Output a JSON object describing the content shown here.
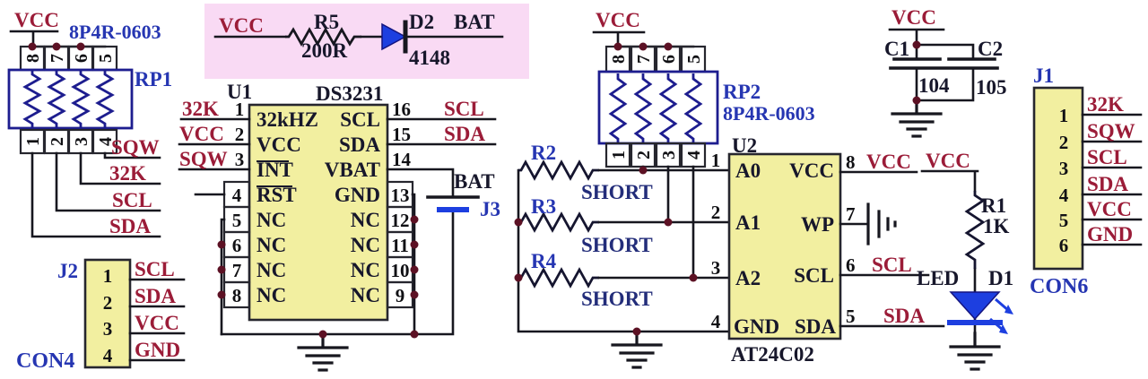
{
  "colors": {
    "net_text": "#9b1c38",
    "ref_blue": "#2636b2",
    "dark_label": "#17172b",
    "wire": "#17171f",
    "component_blue": "#1d1d8f",
    "ic_fill": "#f2efa0",
    "pink_highlight": "#f9daf4",
    "diode_blue": "#1d3fe0",
    "junction_dot": "#5c1124"
  },
  "rp1": {
    "vcc": "VCC",
    "part": "8P4R-0603",
    "ref": "RP1",
    "pins_top": [
      "8",
      "7",
      "6",
      "5"
    ],
    "pins_bottom": [
      "1",
      "2",
      "3",
      "4"
    ],
    "nets": [
      "SQW",
      "32K",
      "SCL",
      "SDA"
    ]
  },
  "j2": {
    "ref": "J2",
    "type": "CON4",
    "pins": [
      "1",
      "2",
      "3",
      "4"
    ],
    "nets": [
      "SCL",
      "SDA",
      "VCC",
      "GND"
    ]
  },
  "bat_branch": {
    "vcc": "VCC",
    "r_ref": "R5",
    "r_val": "200R",
    "d_ref": "D2",
    "net": "BAT",
    "d_val": "4148"
  },
  "u1": {
    "ref": "U1",
    "part": "DS3231",
    "pins_left": [
      {
        "num": "1",
        "label": "32kHZ",
        "net": "32K"
      },
      {
        "num": "2",
        "label": "VCC",
        "net": "VCC"
      },
      {
        "num": "3",
        "label": "INT",
        "net": "SQW"
      },
      {
        "num": "4",
        "label": "RST",
        "net": ""
      },
      {
        "num": "5",
        "label": "NC",
        "net": ""
      },
      {
        "num": "6",
        "label": "NC",
        "net": ""
      },
      {
        "num": "7",
        "label": "NC",
        "net": ""
      },
      {
        "num": "8",
        "label": "NC",
        "net": ""
      }
    ],
    "pins_right": [
      {
        "num": "16",
        "label": "SCL",
        "net": "SCL"
      },
      {
        "num": "15",
        "label": "SDA",
        "net": "SDA"
      },
      {
        "num": "14",
        "label": "VBAT",
        "net": "BAT"
      },
      {
        "num": "13",
        "label": "GND",
        "net": ""
      },
      {
        "num": "12",
        "label": "NC",
        "net": ""
      },
      {
        "num": "11",
        "label": "NC",
        "net": ""
      },
      {
        "num": "10",
        "label": "NC",
        "net": ""
      },
      {
        "num": "9",
        "label": "NC",
        "net": ""
      }
    ]
  },
  "j3": {
    "ref": "J3"
  },
  "rp2": {
    "vcc": "VCC",
    "ref": "RP2",
    "part": "8P4R-0603",
    "pins_top": [
      "8",
      "7",
      "6",
      "5"
    ],
    "pins_bottom": [
      "1",
      "2",
      "3",
      "4"
    ]
  },
  "address_resistors": [
    {
      "ref": "R2",
      "val": "SHORT"
    },
    {
      "ref": "R3",
      "val": "SHORT"
    },
    {
      "ref": "R4",
      "val": "SHORT"
    }
  ],
  "u2": {
    "ref": "U2",
    "part": "AT24C02",
    "pins_left": [
      {
        "num": "1",
        "label": "A0"
      },
      {
        "num": "2",
        "label": "A1"
      },
      {
        "num": "3",
        "label": "A2"
      },
      {
        "num": "4",
        "label": "GND"
      }
    ],
    "pins_right": [
      {
        "num": "8",
        "label": "VCC",
        "net": "VCC"
      },
      {
        "num": "7",
        "label": "WP",
        "net": ""
      },
      {
        "num": "6",
        "label": "SCL",
        "net": "SCL"
      },
      {
        "num": "5",
        "label": "SDA",
        "net": "SDA"
      }
    ]
  },
  "caps": {
    "vcc": "VCC",
    "c1_ref": "C1",
    "c1_val": "104",
    "c2_ref": "C2",
    "c2_val": "105"
  },
  "led_branch": {
    "vcc": "VCC",
    "r_ref": "R1",
    "r_val": "1K",
    "led_label": "LED",
    "d_ref": "D1"
  },
  "j1": {
    "ref": "J1",
    "type": "CON6",
    "pins": [
      "1",
      "2",
      "3",
      "4",
      "5",
      "6"
    ],
    "nets": [
      "32K",
      "SQW",
      "SCL",
      "SDA",
      "VCC",
      "GND"
    ]
  }
}
